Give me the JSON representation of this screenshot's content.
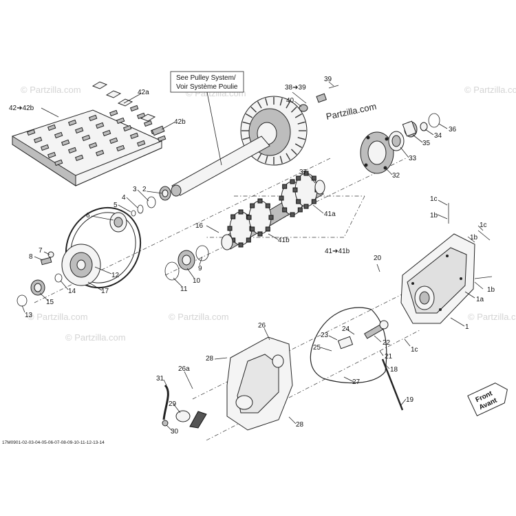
{
  "callout": {
    "line1": "See Pulley System/",
    "line2": "Voir Système Poulie"
  },
  "watermark": {
    "main": "Partzilla.com",
    "faded": "© Partzilla.com"
  },
  "front_sign": {
    "line1": "Front",
    "line2": "Avant"
  },
  "reference_code": "17M0901-02-03-04-05-06-07-08-09-10-11-12-13-14",
  "labels": {
    "l1": "1",
    "l1a": "1a",
    "l1b_top": "1b",
    "l1b_right": "1b",
    "l1b_mid": "1b",
    "l1c_top": "1c",
    "l1c_mid": "1c",
    "l1c_bot": "1c",
    "l2": "2",
    "l3": "3",
    "l4": "4",
    "l5": "5",
    "l6": "6",
    "l7": "7",
    "l8": "8",
    "l9": "9",
    "l10": "10",
    "l11": "11",
    "l12": "12",
    "l13": "13",
    "l14": "14",
    "l15": "15",
    "l16": "16",
    "l17": "17",
    "l18": "18",
    "l19": "19",
    "l20": "20",
    "l21": "21",
    "l22": "22",
    "l23": "23",
    "l24": "24",
    "l25": "25",
    "l26": "26",
    "l26a": "26a",
    "l27": "27",
    "l28_top": "28",
    "l28_bot": "28",
    "l29": "29",
    "l30": "30",
    "l31": "31",
    "l32": "32",
    "l33": "33",
    "l34": "34",
    "l35": "35",
    "l36": "36",
    "l37": "37",
    "l38_39": "38➔39",
    "l39": "39",
    "l40": "40",
    "l41a": "41a",
    "l41b": "41b",
    "l41_41b": "41➔41b",
    "l42_42b": "42➔42b",
    "l42a": "42a",
    "l42b": "42b"
  }
}
